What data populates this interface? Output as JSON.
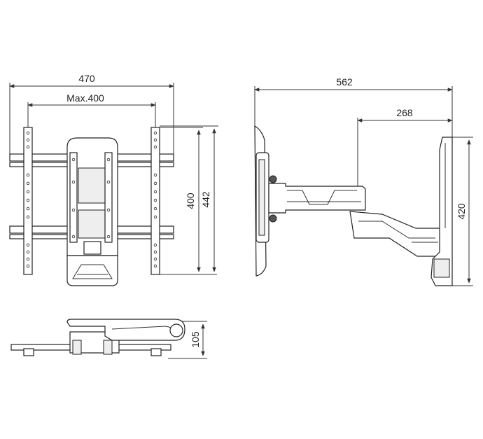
{
  "dimensions": {
    "front_total_width": "470",
    "front_max_vesa": "Max.400",
    "front_inner_height": "400",
    "front_total_height": "442",
    "side_total_depth": "562",
    "side_min_depth": "268",
    "side_wall_plate_height": "420",
    "top_view_depth": "105"
  },
  "colors": {
    "line": "#222222",
    "fill_light": "#eeeeee",
    "fill_dark": "#555555"
  }
}
